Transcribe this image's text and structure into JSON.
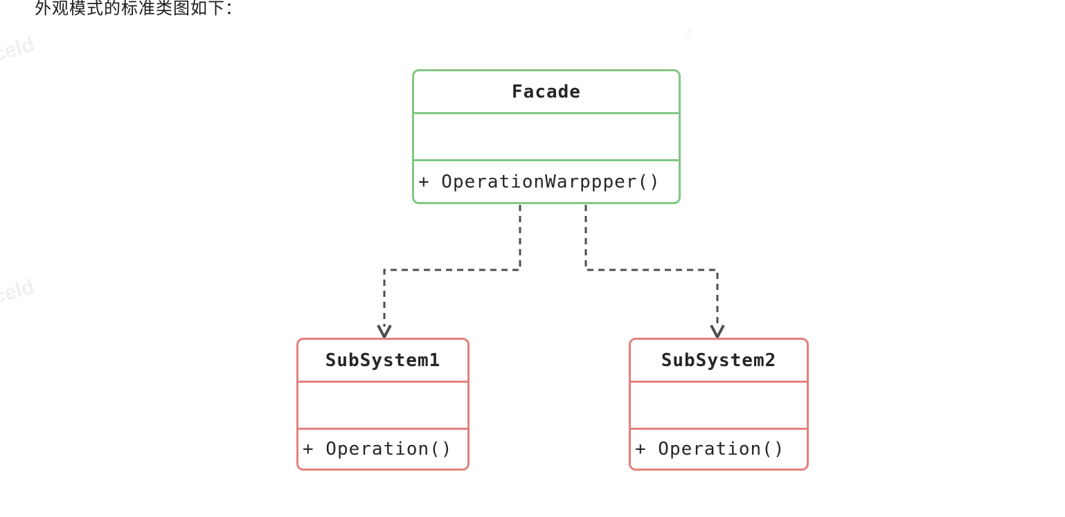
{
  "page": {
    "title": "外观模式的标准类图如下：",
    "background_color": "#ffffff",
    "watermarks": [
      "celd",
      "celd",
      ". d"
    ]
  },
  "diagram": {
    "type": "uml-class-diagram",
    "connector_color": "#4d4d4d",
    "text_color": "#262626",
    "classes": [
      {
        "name": "Facade",
        "attributes": "",
        "methods": "+ OperationWarppper()",
        "border_color": "#82c784"
      },
      {
        "name": "SubSystem1",
        "attributes": "",
        "methods": "+ Operation()",
        "border_color": "#e2807c"
      },
      {
        "name": "SubSystem2",
        "attributes": "",
        "methods": "+ Operation()",
        "border_color": "#e2807c"
      }
    ],
    "relations": [
      {
        "from": "Facade",
        "to": "SubSystem1",
        "style": "dashed-open-arrow"
      },
      {
        "from": "Facade",
        "to": "SubSystem2",
        "style": "dashed-open-arrow"
      }
    ]
  }
}
